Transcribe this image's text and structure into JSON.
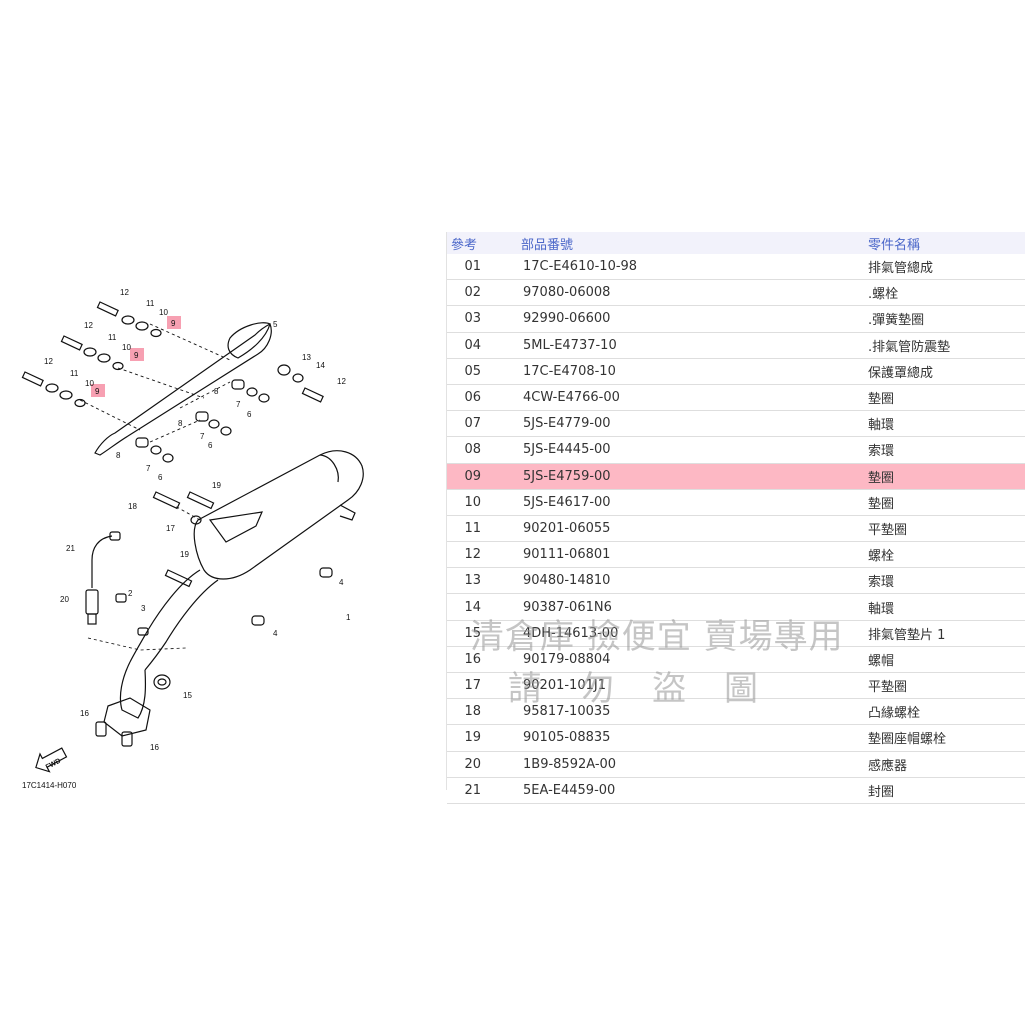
{
  "diagram": {
    "code": "17C1414-H070",
    "fwd_label": "FWD",
    "highlight_color": "#f7a0b2",
    "callouts": [
      "12",
      "11",
      "10",
      "9",
      "12",
      "11",
      "10",
      "9",
      "12",
      "11",
      "10",
      "9",
      "5",
      "13",
      "14",
      "12",
      "8",
      "7",
      "6",
      "8",
      "7",
      "6",
      "8",
      "7",
      "6",
      "19",
      "18",
      "17",
      "21",
      "19",
      "20",
      "2",
      "3",
      "4",
      "4",
      "1",
      "15",
      "16",
      "16"
    ]
  },
  "table": {
    "headers": {
      "ref": "參考",
      "part_no": "部品番號",
      "name": "零件名稱"
    },
    "header_color": "#4b67c9",
    "highlight_color": "#fdb8c4",
    "rows": [
      {
        "ref": "01",
        "part_no": "17C-E4610-10-98",
        "name": "排氣管總成"
      },
      {
        "ref": "02",
        "part_no": "97080-06008",
        "name": ".螺栓"
      },
      {
        "ref": "03",
        "part_no": "92990-06600",
        "name": ".彈簧墊圈"
      },
      {
        "ref": "04",
        "part_no": "5ML-E4737-10",
        "name": ".排氣管防震墊"
      },
      {
        "ref": "05",
        "part_no": "17C-E4708-10",
        "name": "保護罩總成"
      },
      {
        "ref": "06",
        "part_no": "4CW-E4766-00",
        "name": "墊圈"
      },
      {
        "ref": "07",
        "part_no": "5JS-E4779-00",
        "name": "軸環"
      },
      {
        "ref": "08",
        "part_no": "5JS-E4445-00",
        "name": "索環"
      },
      {
        "ref": "09",
        "part_no": "5JS-E4759-00",
        "name": "墊圈",
        "highlight": true
      },
      {
        "ref": "10",
        "part_no": "5JS-E4617-00",
        "name": "墊圈"
      },
      {
        "ref": "11",
        "part_no": "90201-06055",
        "name": "平墊圈"
      },
      {
        "ref": "12",
        "part_no": "90111-06801",
        "name": "螺栓"
      },
      {
        "ref": "13",
        "part_no": "90480-14810",
        "name": "索環"
      },
      {
        "ref": "14",
        "part_no": "90387-061N6",
        "name": "軸環"
      },
      {
        "ref": "15",
        "part_no": "4DH-14613-00",
        "name": "排氣管墊片 1"
      },
      {
        "ref": "16",
        "part_no": "90179-08804",
        "name": "螺帽"
      },
      {
        "ref": "17",
        "part_no": "90201-101J1",
        "name": "平墊圈"
      },
      {
        "ref": "18",
        "part_no": "95817-10035",
        "name": "凸緣螺栓"
      },
      {
        "ref": "19",
        "part_no": "90105-08835",
        "name": "墊圈座帽螺栓"
      },
      {
        "ref": "20",
        "part_no": "1B9-8592A-00",
        "name": "感應器"
      },
      {
        "ref": "21",
        "part_no": "5EA-E4459-00",
        "name": "封圈"
      }
    ]
  },
  "watermark": {
    "line1": "清倉庫 撿便宜 賣場專用",
    "line2": "請勿盜圖"
  }
}
